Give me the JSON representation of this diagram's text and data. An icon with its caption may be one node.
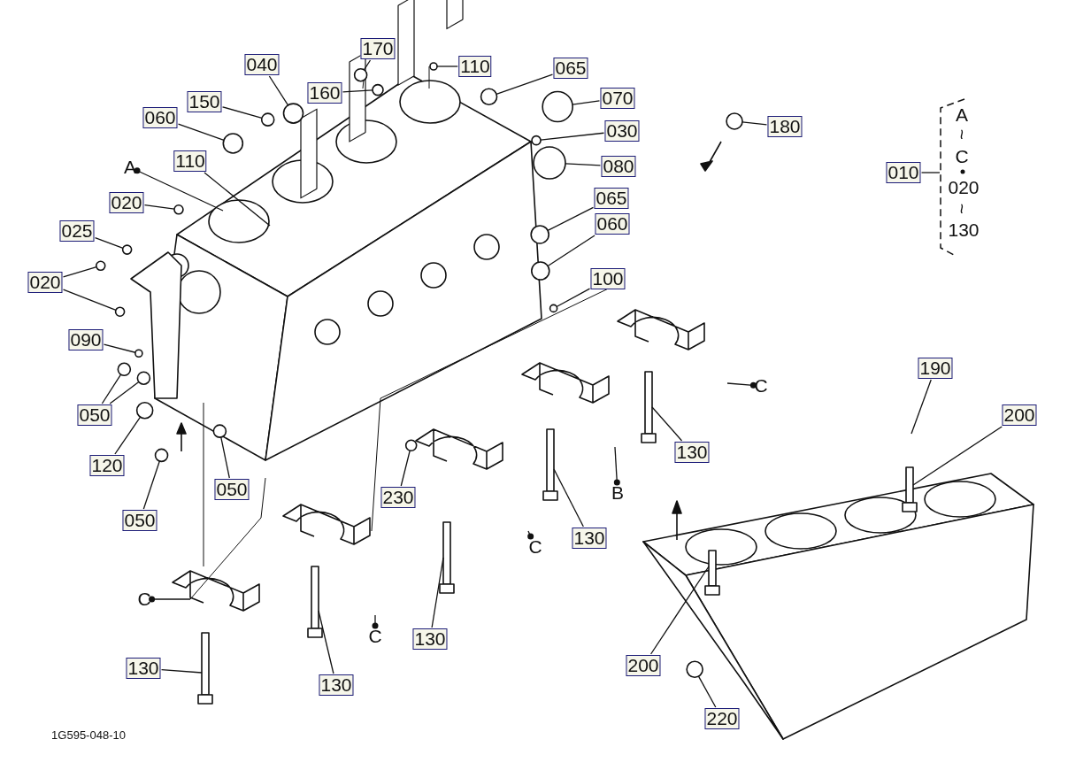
{
  "diagram": {
    "nodes": [
      {
        "text": [
          "170"
        ]
      },
      {
        "text": [
          "110"
        ]
      },
      {
        "text": [
          "065"
        ]
      },
      {
        "text": [
          "040"
        ]
      },
      {
        "text": [
          "160"
        ]
      },
      {
        "text": [
          "070"
        ]
      },
      {
        "text": [
          "150"
        ]
      },
      {
        "text": [
          "030"
        ]
      },
      {
        "text": [
          "060"
        ]
      },
      {
        "text": [
          "080"
        ]
      },
      {
        "text": [
          "110"
        ]
      },
      {
        "text": [
          "180"
        ]
      },
      {
        "text": [
          "010"
        ]
      },
      {
        "text": [
          "A"
        ]
      },
      {
        "text": [
          "020"
        ]
      },
      {
        "text": [
          "065"
        ]
      },
      {
        "text": [
          "025"
        ]
      },
      {
        "text": [
          "060"
        ]
      },
      {
        "text": [
          "020"
        ]
      },
      {
        "text": [
          "100"
        ]
      },
      {
        "text": [
          "090"
        ]
      },
      {
        "text": [
          "190"
        ]
      },
      {
        "text": [
          "200"
        ]
      },
      {
        "text": [
          "050"
        ]
      },
      {
        "text": [
          "120"
        ]
      },
      {
        "text": [
          "050"
        ]
      },
      {
        "text": [
          "050"
        ]
      },
      {
        "text": [
          "230"
        ]
      },
      {
        "text": [
          "B"
        ]
      },
      {
        "text": [
          "C"
        ]
      },
      {
        "text": [
          "130"
        ]
      },
      {
        "text": [
          "130"
        ]
      },
      {
        "text": [
          "C"
        ]
      },
      {
        "text": [
          "130"
        ]
      },
      {
        "text": [
          "C"
        ]
      },
      {
        "text": [
          "C"
        ]
      },
      {
        "text": [
          "130"
        ]
      },
      {
        "text": [
          "130"
        ]
      },
      {
        "text": [
          "200"
        ]
      },
      {
        "text": [
          "220"
        ]
      },
      {
        "text": [],
        "shape": "circle"
      },
      {
        "text": [],
        "shape": "circle"
      },
      {
        "text": [],
        "shape": "circle"
      },
      {
        "text": [],
        "shape": "circle"
      },
      {
        "text": [],
        "shape": "circle"
      },
      {
        "text": [],
        "shape": "circle"
      },
      {
        "text": [],
        "shape": "circle"
      },
      {
        "text": [],
        "shape": "circle"
      },
      {
        "text": [],
        "shape": "circle"
      },
      {
        "text": [],
        "shape": "circle"
      },
      {
        "text": [],
        "shape": "circle"
      },
      {
        "text": [],
        "shape": "circle"
      },
      {
        "text": [],
        "shape": "circle"
      },
      {
        "text": [],
        "shape": "circle"
      },
      {
        "text": [],
        "shape": "circle"
      },
      {
        "text": [],
        "shape": "circle"
      },
      {
        "text": [],
        "shape": "circle"
      },
      {
        "text": [],
        "shape": "circle"
      },
      {
        "text": [],
        "shape": "circle"
      },
      {
        "text": [],
        "shape": "circle"
      },
      {
        "text": [],
        "shape": "circle"
      },
      {
        "text": [],
        "shape": "circle"
      },
      {
        "text": [],
        "shape": "circle"
      },
      {
        "text": [],
        "shape": "circle"
      },
      {
        "text": [],
        "shape": "circle"
      },
      {
        "text": [],
        "shape": "circle"
      }
    ],
    "edges": [
      {
        "from": 0,
        "to": 40,
        "arrow": "none"
      },
      {
        "from": 1,
        "to": 41,
        "arrow": "none"
      },
      {
        "from": 2,
        "to": 42,
        "arrow": "none"
      },
      {
        "from": 3,
        "to": 43,
        "arrow": "none"
      },
      {
        "from": 4,
        "to": 44,
        "arrow": "none"
      },
      {
        "from": 5,
        "to": 45,
        "arrow": "none"
      },
      {
        "from": 6,
        "to": 46,
        "arrow": "none"
      },
      {
        "from": 7,
        "to": 47,
        "arrow": "none"
      },
      {
        "from": 8,
        "to": 48,
        "arrow": "none"
      },
      {
        "from": 9,
        "to": 49,
        "arrow": "none"
      },
      {
        "from": 10,
        "to": null,
        "arrow": "none"
      },
      {
        "from": 11,
        "to": 50,
        "arrow": "none"
      },
      {
        "from": 12,
        "to": null,
        "arrow": "none"
      },
      {
        "from": 13,
        "to": null,
        "arrow": "other"
      },
      {
        "from": 14,
        "to": 51,
        "arrow": "none"
      },
      {
        "from": 15,
        "to": 52,
        "arrow": "none"
      },
      {
        "from": 16,
        "to": 53,
        "arrow": "none"
      },
      {
        "from": 17,
        "to": 54,
        "arrow": "none"
      },
      {
        "from": 18,
        "to": 55,
        "arrow": "none"
      },
      {
        "from": 18,
        "to": 56,
        "arrow": "none"
      },
      {
        "from": 19,
        "to": 57,
        "arrow": "none"
      },
      {
        "from": 20,
        "to": 58,
        "arrow": "none"
      },
      {
        "from": 21,
        "to": null,
        "arrow": "none"
      },
      {
        "from": 22,
        "to": null,
        "arrow": "none"
      },
      {
        "from": 23,
        "to": 59,
        "arrow": "none"
      },
      {
        "from": 23,
        "to": 60,
        "arrow": "none"
      },
      {
        "from": 24,
        "to": 61,
        "arrow": "none"
      },
      {
        "from": 25,
        "to": 62,
        "arrow": "none"
      },
      {
        "from": 26,
        "to": 63,
        "arrow": "none"
      },
      {
        "from": 27,
        "to": 64,
        "arrow": "none"
      },
      {
        "from": 28,
        "to": null,
        "arrow": "other"
      },
      {
        "from": 29,
        "to": null,
        "arrow": "other"
      },
      {
        "from": 30,
        "to": null,
        "arrow": "none"
      },
      {
        "from": 31,
        "to": null,
        "arrow": "none"
      },
      {
        "from": 32,
        "to": null,
        "arrow": "other"
      },
      {
        "from": 33,
        "to": null,
        "arrow": "none"
      },
      {
        "from": 34,
        "to": null,
        "arrow": "other"
      },
      {
        "from": 35,
        "to": null,
        "arrow": "other"
      },
      {
        "from": 36,
        "to": null,
        "arrow": "none"
      },
      {
        "from": 37,
        "to": null,
        "arrow": "none"
      },
      {
        "from": 38,
        "to": null,
        "arrow": "none"
      },
      {
        "from": 39,
        "to": 65,
        "arrow": "none"
      }
    ],
    "labels": [
      "A",
      "~",
      "C",
      "020",
      "~",
      "130",
      "1G595-048-10"
    ]
  }
}
